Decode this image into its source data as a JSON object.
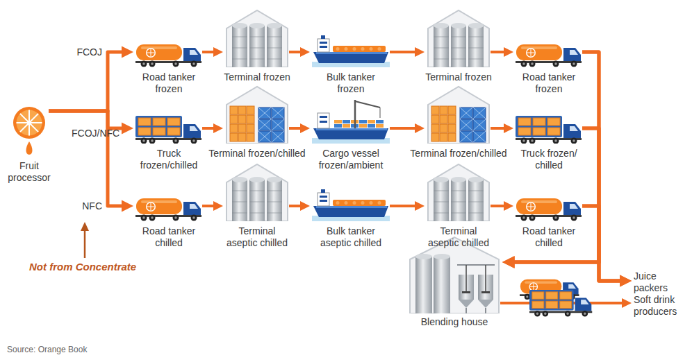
{
  "diagram": {
    "caption": "Source: Orange Book",
    "nodes": [
      {
        "text": [
          "Fruit processor"
        ]
      },
      {
        "text": [
          "Road tanker frozen"
        ]
      },
      {
        "text": [
          "Terminal frozen"
        ]
      },
      {
        "text": [
          "Bulk tanker frozen"
        ]
      },
      {
        "text": [
          "Terminal frozen"
        ]
      },
      {
        "text": [
          "Road tanker frozen"
        ]
      },
      {
        "text": [
          "Truck frozen/chilled"
        ]
      },
      {
        "text": [
          "Terminal frozen/chilled"
        ]
      },
      {
        "text": [
          "Cargo vessel frozen/ambient"
        ]
      },
      {
        "text": [
          "Terminal frozen/chilled"
        ]
      },
      {
        "text": [
          "Truck frozen/ chilled"
        ]
      },
      {
        "text": [
          "Road tanker chilled"
        ]
      },
      {
        "text": [
          "Terminal aseptic chilled"
        ]
      },
      {
        "text": [
          "Bulk tanker aseptic chilled"
        ]
      },
      {
        "text": [
          "Terminal aseptic chilled"
        ]
      },
      {
        "text": [
          "Road tanker chilled"
        ]
      },
      {
        "text": [
          "Blending house"
        ]
      },
      {
        "text": [
          "Juice packers"
        ]
      },
      {
        "text": [
          "Soft drink producers"
        ]
      }
    ],
    "edges": [
      {
        "from": 0,
        "to": 1,
        "arrow": "to",
        "label": "FCOJ"
      },
      {
        "from": 0,
        "to": 6,
        "arrow": "to",
        "label": "FCOJ/NFC"
      },
      {
        "from": 0,
        "to": 11,
        "arrow": "to",
        "label": "NFC"
      },
      {
        "from": 1,
        "to": 2,
        "arrow": "to"
      },
      {
        "from": 2,
        "to": 3,
        "arrow": "to"
      },
      {
        "from": 3,
        "to": 4,
        "arrow": "to"
      },
      {
        "from": 4,
        "to": 5,
        "arrow": "to"
      },
      {
        "from": 6,
        "to": 7,
        "arrow": "to"
      },
      {
        "from": 7,
        "to": 8,
        "arrow": "to"
      },
      {
        "from": 8,
        "to": 9,
        "arrow": "to"
      },
      {
        "from": 9,
        "to": 10,
        "arrow": "to"
      },
      {
        "from": 11,
        "to": 12,
        "arrow": "to"
      },
      {
        "from": 12,
        "to": 13,
        "arrow": "to"
      },
      {
        "from": 13,
        "to": 14,
        "arrow": "to"
      },
      {
        "from": 14,
        "to": 15,
        "arrow": "to"
      },
      {
        "from": 5,
        "to": 17,
        "arrow": "to"
      },
      {
        "from": 10,
        "to": 17,
        "arrow": "to"
      },
      {
        "from": 15,
        "to": 17,
        "arrow": "to"
      },
      {
        "from": 5,
        "to": 16,
        "arrow": "to"
      },
      {
        "from": 10,
        "to": 16,
        "arrow": "to"
      },
      {
        "from": 15,
        "to": 16,
        "arrow": "to"
      },
      {
        "from": 16,
        "to": 18,
        "arrow": "to"
      }
    ],
    "labels": [
      "Not from Concentrate"
    ]
  }
}
